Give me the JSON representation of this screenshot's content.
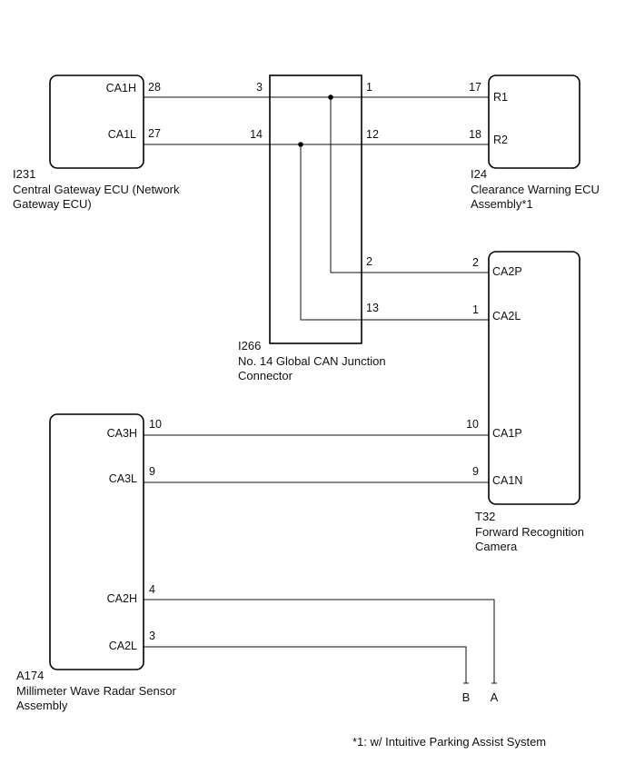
{
  "components": {
    "i231": {
      "code": "I231",
      "name_line1": "Central Gateway ECU (Network",
      "name_line2": "Gateway ECU)",
      "pins": [
        {
          "label": "CA1H",
          "number": "28"
        },
        {
          "label": "CA1L",
          "number": "27"
        }
      ]
    },
    "i266": {
      "code": "I266",
      "name_line1": "No. 14 Global CAN Junction",
      "name_line2": "Connector",
      "pins_left": [
        "3",
        "14"
      ],
      "pins_right": [
        "1",
        "12",
        "2",
        "13"
      ]
    },
    "i24": {
      "code": "I24",
      "name_line1": "Clearance Warning ECU",
      "name_line2": "Assembly*1",
      "pins": [
        {
          "label": "R1",
          "number": "17"
        },
        {
          "label": "R2",
          "number": "18"
        }
      ]
    },
    "t32": {
      "code": "T32",
      "name_line1": "Forward Recognition",
      "name_line2": "Camera",
      "pins": [
        {
          "label": "CA2P",
          "number": "2"
        },
        {
          "label": "CA2L",
          "number": "1"
        },
        {
          "label": "CA1P",
          "number": "10"
        },
        {
          "label": "CA1N",
          "number": "9"
        }
      ]
    },
    "a174": {
      "code": "A174",
      "name_line1": "Millimeter Wave Radar Sensor",
      "name_line2": "Assembly",
      "pins": [
        {
          "label": "CA3H",
          "number": "10"
        },
        {
          "label": "CA3L",
          "number": "9"
        },
        {
          "label": "CA2H",
          "number": "4"
        },
        {
          "label": "CA2L",
          "number": "3"
        }
      ]
    }
  },
  "terminals": {
    "b": "B",
    "a": "A"
  },
  "footnote": "*1: w/ Intuitive Parking Assist System"
}
